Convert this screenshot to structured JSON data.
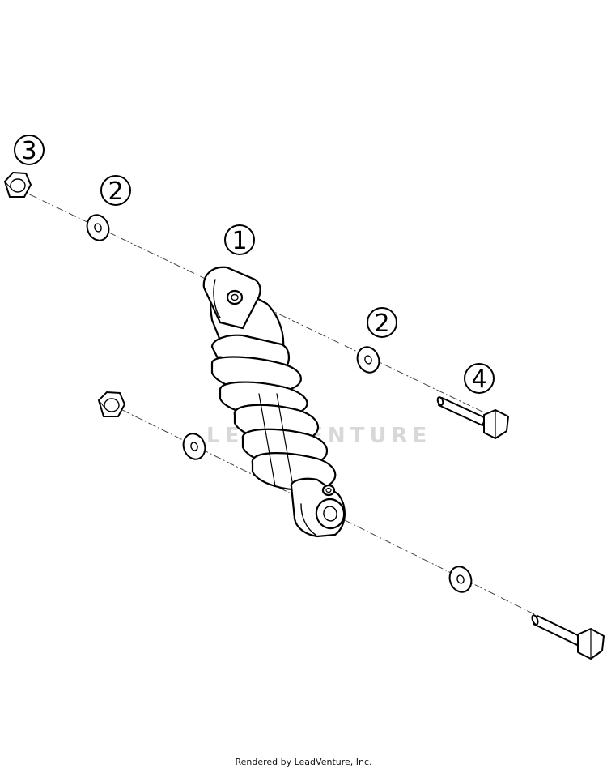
{
  "watermark": "LEADVENTURE",
  "footer": "Rendered by LeadVenture, Inc.",
  "callouts": [
    {
      "id": "callout-3",
      "label": "3"
    },
    {
      "id": "callout-2-top",
      "label": "2"
    },
    {
      "id": "callout-1",
      "label": "1"
    },
    {
      "id": "callout-2-mid",
      "label": "2"
    },
    {
      "id": "callout-4",
      "label": "4"
    }
  ],
  "parts": [
    "nut-top",
    "washer-top-left",
    "shock-absorber",
    "washer-top-right",
    "bolt-top",
    "nut-bottom",
    "washer-bottom-left",
    "washer-bottom-right",
    "bolt-bottom"
  ]
}
